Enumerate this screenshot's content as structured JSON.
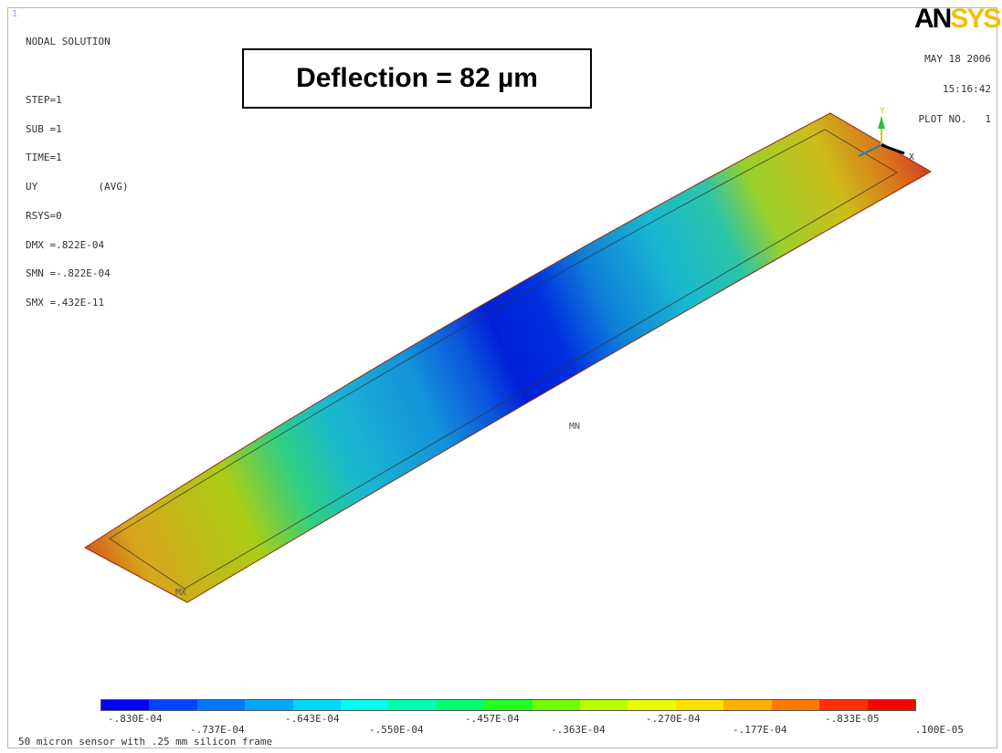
{
  "window": {
    "number": "1"
  },
  "info_lines": [
    "NODAL SOLUTION",
    "",
    "STEP=1",
    "SUB =1",
    "TIME=1",
    "UY          (AVG)",
    "RSYS=0",
    "DMX =.822E-04",
    "SMN =-.822E-04",
    "SMX =.432E-11"
  ],
  "annotation": {
    "deflection": "Deflection = 82 µm"
  },
  "logo": {
    "part1": "AN",
    "part2": "SYS"
  },
  "meta": {
    "date": "MAY 18 2006",
    "time": "15:16:42",
    "plot_no": "PLOT NO.   1"
  },
  "triad": {
    "y_label": "Y",
    "x_label": "X"
  },
  "node_labels": {
    "min": "MN",
    "max": "MX"
  },
  "legend": {
    "upper_ticks": [
      "-.830E-04",
      "-.643E-04",
      "-.457E-04",
      "-.270E-04",
      "-.833E-05"
    ],
    "lower_ticks": [
      "-.737E-04",
      "-.550E-04",
      "-.363E-04",
      "-.177E-04",
      ".100E-05"
    ],
    "colors": [
      "#0000ff",
      "#0044ff",
      "#0077ff",
      "#00a8ff",
      "#00d8ff",
      "#00ffee",
      "#00ffb0",
      "#00ff70",
      "#20ff20",
      "#70ff00",
      "#b8ff00",
      "#e8ff00",
      "#ffe000",
      "#ffb000",
      "#ff7800",
      "#ff3000",
      "#ff0000"
    ]
  },
  "caption": "50 micron sensor with .25 mm silicon frame"
}
